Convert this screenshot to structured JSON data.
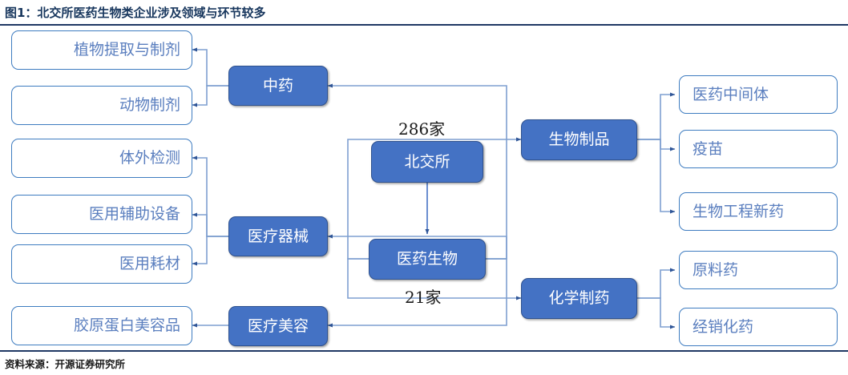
{
  "figure": {
    "title": "图1：北交所医药生物类企业涉及领域与环节较多",
    "source": "资料来源：开源证券研究所"
  },
  "colors": {
    "title_text": "#17365D",
    "rule": "#1F3864",
    "filled_node_fill": "#4472C4",
    "filled_node_border": "#2F528F",
    "outline_node_border": "#3E7CC0",
    "outline_node_text": "#5B7FBF",
    "connector": "#7E9FD0",
    "arrow": "#2F5597"
  },
  "diagram": {
    "type": "hierarchy-flow",
    "root": {
      "label": "北交所",
      "count_label": "286家"
    },
    "center": {
      "label": "医药生物",
      "count_label": "21家"
    },
    "left_categories": [
      {
        "label": "中药",
        "children": [
          "植物提取与制剂",
          "动物制剂"
        ]
      },
      {
        "label": "医疗器械",
        "children": [
          "体外检测",
          "医用辅助设备",
          "医用耗材"
        ]
      },
      {
        "label": "医疗美容",
        "children": [
          "胶原蛋白美容品"
        ]
      }
    ],
    "right_categories": [
      {
        "label": "生物制品",
        "children": [
          "医药中间体",
          "疫苗",
          "生物工程新药"
        ]
      },
      {
        "label": "化学制药",
        "children": [
          "原料药",
          "经销化药"
        ]
      }
    ]
  },
  "nodes": {
    "left_leaf": [
      "植物提取与制剂",
      "动物制剂",
      "体外检测",
      "医用辅助设备",
      "医用耗材",
      "胶原蛋白美容品"
    ],
    "left_mid": [
      "中药",
      "医疗器械",
      "医疗美容"
    ],
    "root": "北交所",
    "root_count": "286家",
    "center": "医药生物",
    "center_count": "21家",
    "right_mid": [
      "生物制品",
      "化学制药"
    ],
    "right_leaf": [
      "医药中间体",
      "疫苗",
      "生物工程新药",
      "原料药",
      "经销化药"
    ]
  }
}
